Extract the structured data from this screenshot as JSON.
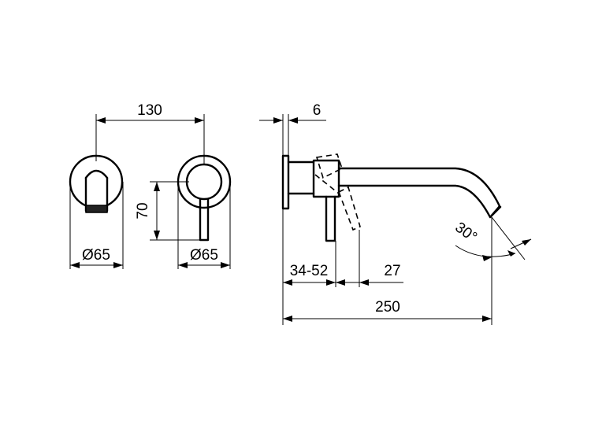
{
  "dimensions": {
    "center_distance": "130",
    "height": "70",
    "diameter_left": "Ø65",
    "diameter_right": "Ø65",
    "plate_thickness": "6",
    "wall_depth": "34-52",
    "lever_offset": "27",
    "spout_length": "250",
    "spout_angle": "30°"
  }
}
